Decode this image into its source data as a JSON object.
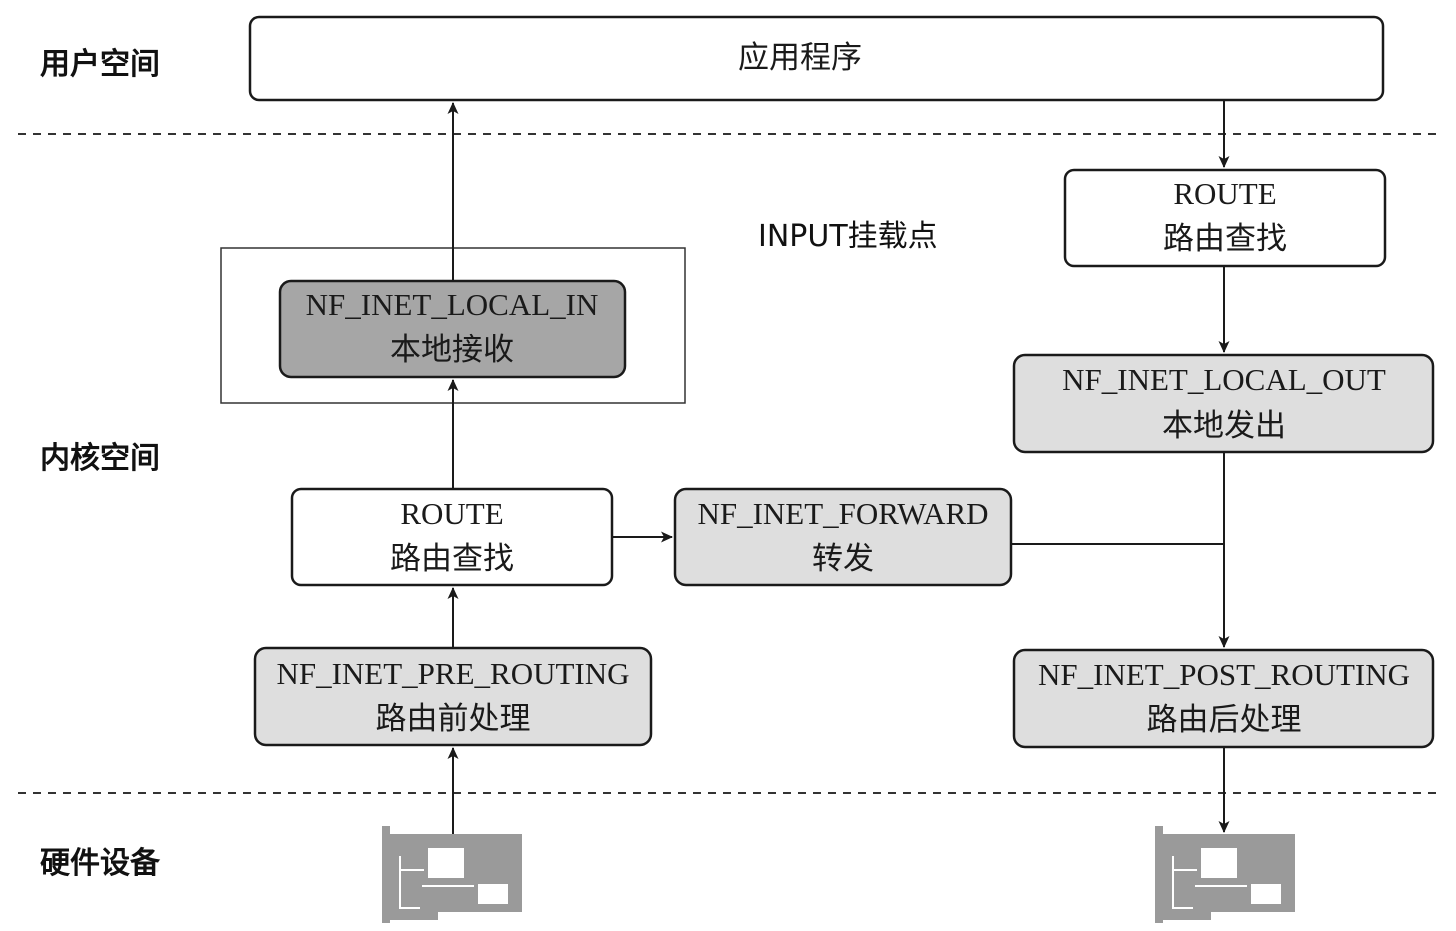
{
  "zones": {
    "user_space": "用户空间",
    "kernel_space": "内核空间",
    "hardware": "硬件设备"
  },
  "hook_label": "INPUT挂载点",
  "nodes": {
    "app": {
      "line1": "应用程序"
    },
    "route_right": {
      "line1": "ROUTE",
      "line2": "路由查找"
    },
    "local_in": {
      "line1": "NF_INET_LOCAL_IN",
      "line2": "本地接收"
    },
    "local_out": {
      "line1": "NF_INET_LOCAL_OUT",
      "line2": "本地发出"
    },
    "route_left": {
      "line1": "ROUTE",
      "line2": "路由查找"
    },
    "forward": {
      "line1": "NF_INET_FORWARD",
      "line2": "转发"
    },
    "pre_routing": {
      "line1": "NF_INET_PRE_ROUTING",
      "line2": "路由前处理"
    },
    "post_routing": {
      "line1": "NF_INET_POST_ROUTING",
      "line2": "路由后处理"
    }
  },
  "colors": {
    "white": "#ffffff",
    "light_gray": "#dedede",
    "dark_gray": "#a6a6a6",
    "nic": "#9a9a9a"
  }
}
